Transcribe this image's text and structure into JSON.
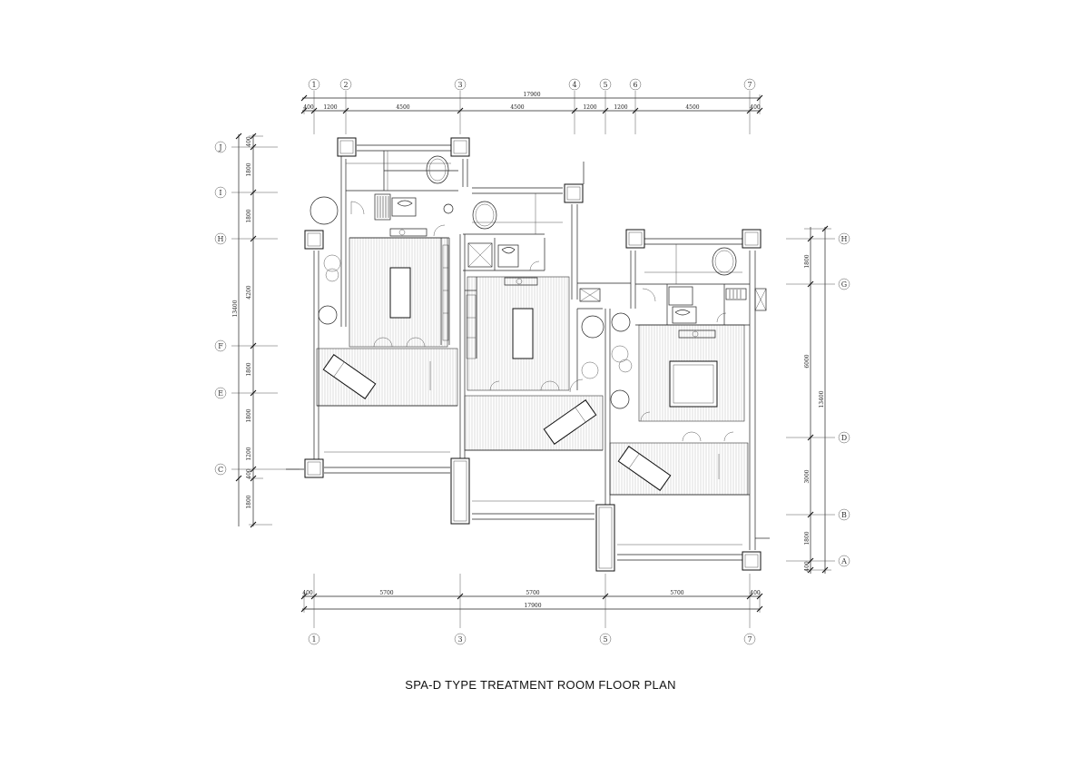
{
  "title": "SPA-D TYPE TREATMENT ROOM FLOOR PLAN",
  "grid_axes": {
    "top": [
      "1",
      "2",
      "3",
      "4",
      "5",
      "6",
      "7"
    ],
    "bottom": [
      "1",
      "3",
      "5",
      "7"
    ],
    "left": [
      "J",
      "I",
      "H",
      "F",
      "E",
      "C"
    ],
    "right": [
      "H",
      "G",
      "D",
      "B",
      "A"
    ]
  },
  "dimensions": {
    "top_total": "17900",
    "top_segments": [
      "400",
      "1200",
      "4500",
      "4500",
      "1200",
      "1200",
      "4500",
      "400"
    ],
    "bottom_segments": [
      "400",
      "5700",
      "5700",
      "5700",
      "400"
    ],
    "bottom_total": "17900",
    "left_segments": [
      "400",
      "1800",
      "1800",
      "4200",
      "1800",
      "1800",
      "1200",
      "400",
      "1800"
    ],
    "left_total": "13400",
    "right_segments": [
      "1800",
      "6000",
      "3000",
      "1800",
      "400"
    ],
    "right_total": "13400"
  }
}
